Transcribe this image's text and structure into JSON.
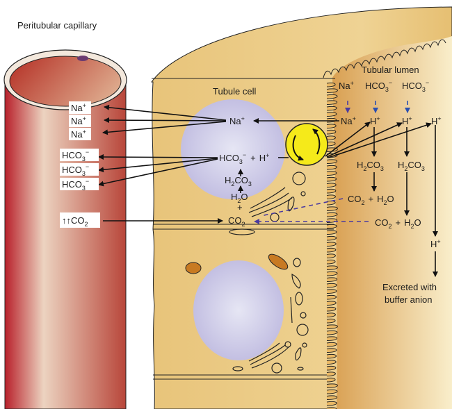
{
  "title_labels": {
    "capillary": "Peritubular capillary",
    "tubule_cell": "Tubule cell",
    "lumen": "Tubular lumen"
  },
  "capillary_boxes": [
    {
      "base": "Na",
      "sub": "",
      "sup": "+"
    },
    {
      "base": "Na",
      "sub": "",
      "sup": "+"
    },
    {
      "base": "Na",
      "sub": "",
      "sup": "+"
    },
    {
      "base": "HCO",
      "sub": "3",
      "sup": "−"
    },
    {
      "base": "HCO",
      "sub": "3",
      "sup": "−"
    },
    {
      "base": "HCO",
      "sub": "3",
      "sup": "−"
    }
  ],
  "co2_box": {
    "prefix": "↑↑",
    "base": "CO",
    "sub": "2"
  },
  "cell_species": {
    "na": {
      "base": "Na",
      "sup": "+"
    },
    "hco3": {
      "base": "HCO",
      "sub": "3",
      "sup": "−"
    },
    "plus": "+",
    "h": {
      "base": "H",
      "sup": "+"
    },
    "h2co3": {
      "pre": "H",
      "sub": "2",
      "post": "CO",
      "sub2": "3"
    },
    "h2o": {
      "pre": "H",
      "sub": "2",
      "post": "O"
    },
    "co2": {
      "base": "CO",
      "sub": "2"
    }
  },
  "lumen_species": {
    "top_row": [
      {
        "base": "Na",
        "sub": "",
        "sup": "+"
      },
      {
        "base": "HCO",
        "sub": "3",
        "sup": "−"
      },
      {
        "base": "HCO",
        "sub": "3",
        "sup": "−"
      }
    ],
    "exchange_row": [
      {
        "base": "Na",
        "sup": "+"
      },
      {
        "base": "H",
        "sup": "+"
      },
      {
        "base": "H",
        "sup": "+"
      },
      {
        "base": "H",
        "sup": "+"
      }
    ],
    "h2co3_1": {
      "pre": "H",
      "sub": "2",
      "post": "CO",
      "sub2": "3"
    },
    "h2co3_2": {
      "pre": "H",
      "sub": "2",
      "post": "CO",
      "sub2": "3"
    },
    "co2_h2o_1": {
      "a": "CO",
      "asub": "2",
      "plus": "+",
      "b": "H",
      "bsub": "2",
      "c": "O"
    },
    "co2_h2o_2": {
      "a": "CO",
      "asub": "2",
      "plus": "+",
      "b": "H",
      "bsub": "2",
      "c": "O"
    },
    "h_final": {
      "base": "H",
      "sup": "+"
    },
    "excreted_line1": "Excreted with",
    "excreted_line2": "buffer anion"
  },
  "colors": {
    "capillary_dark": "#b8262a",
    "capillary_light": "#ecd3c0",
    "cell_fill": "#e8c47a",
    "lumen_dark": "#d9a455",
    "lumen_light": "#f8ecc8",
    "nucleus": "#c9c6e8",
    "pump": "#f5ea1a",
    "dashed_purple": "#4a3aa0",
    "dashed_blue": "#2b4fb0",
    "mitochondria": "#c87a22"
  }
}
